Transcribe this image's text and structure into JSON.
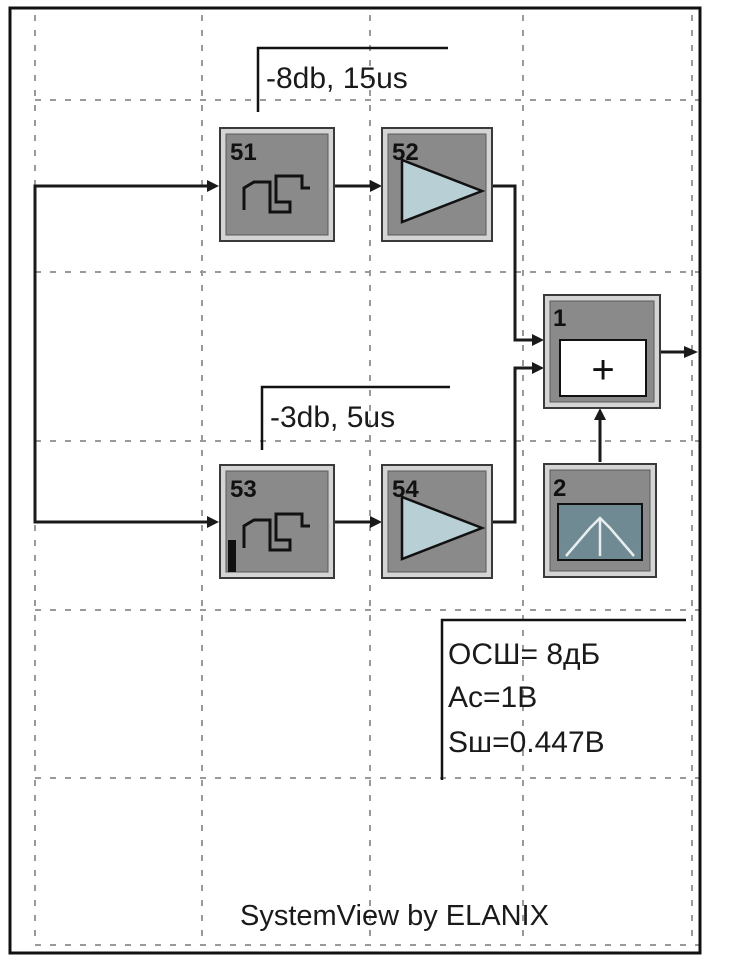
{
  "blocks": {
    "filter1": {
      "number": "51",
      "icon": "lowpass-filter-icon"
    },
    "gain1": {
      "number": "52",
      "icon": "amplifier-triangle-icon"
    },
    "filter2": {
      "number": "53",
      "icon": "lowpass-filter-icon"
    },
    "gain2": {
      "number": "54",
      "icon": "amplifier-triangle-icon"
    },
    "adder": {
      "number": "1",
      "symbol": "+"
    },
    "noise": {
      "number": "2",
      "icon": "gaussian-noise-icon"
    }
  },
  "notes": {
    "path1": "-8db, 15us",
    "path2": "-3db, 5us",
    "params": [
      "ОСШ= 8дБ",
      "Ac=1В",
      "Sш=0.447В"
    ]
  },
  "footer": "SystemView by ELANIX",
  "colors": {
    "block_face": "#8a8a8a",
    "block_frame": "#d4d4d4",
    "triangle": "#b9cfd6",
    "grid": "#9a9a9a"
  }
}
